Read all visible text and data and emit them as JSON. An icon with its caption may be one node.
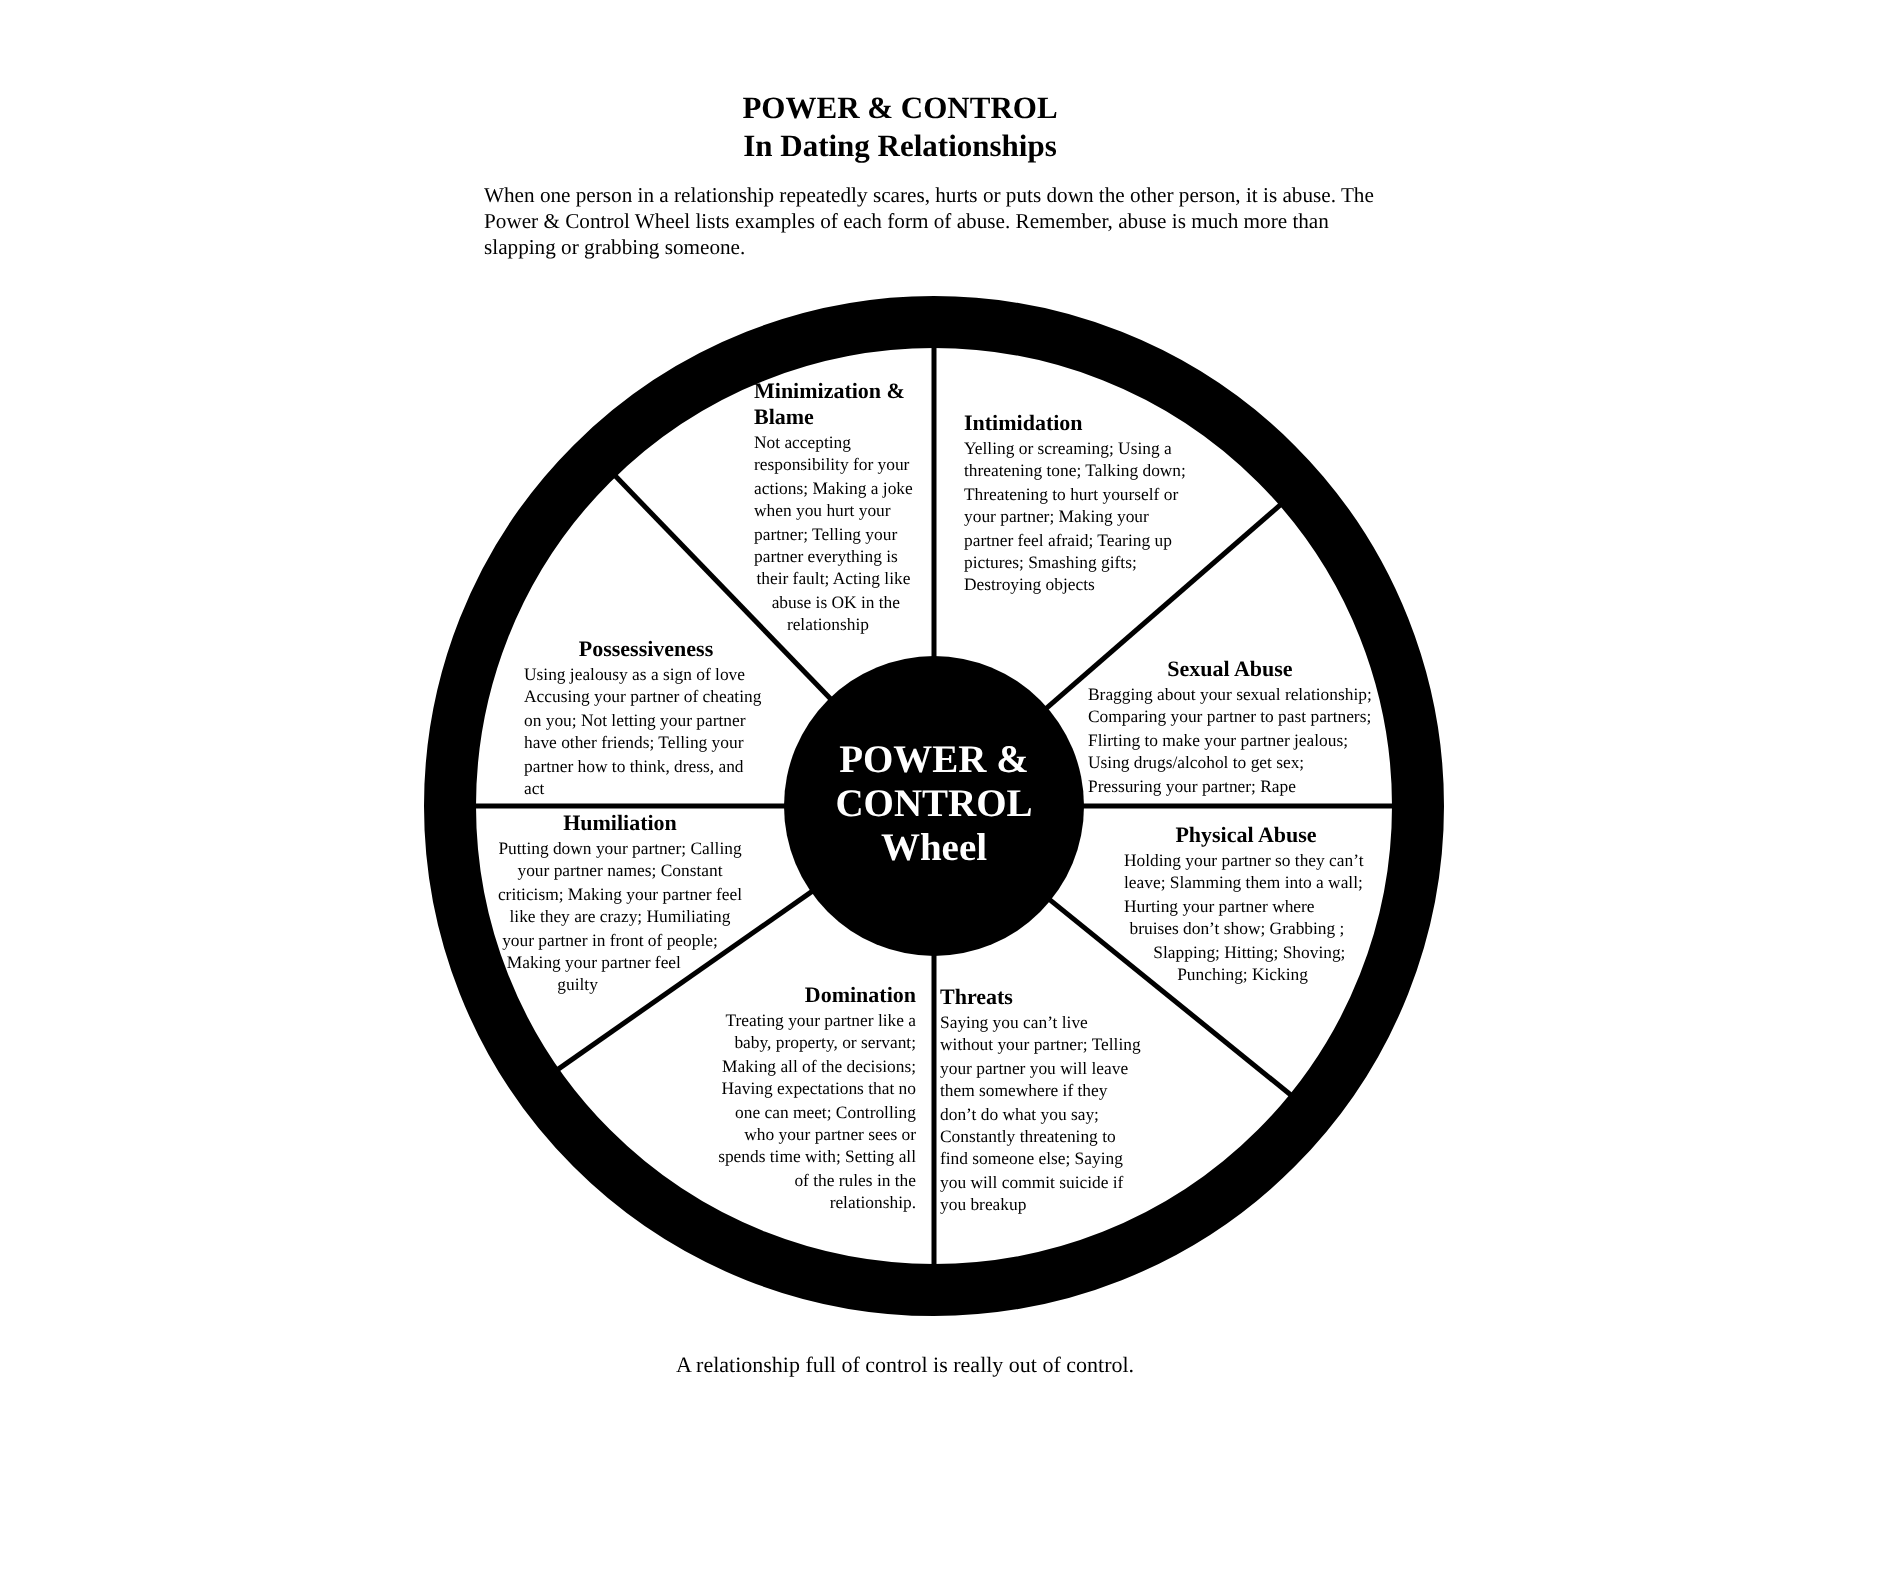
{
  "diagram": {
    "title": "POWER & CONTROL In Dating Relationships",
    "caption": "A relationship full of control is really out of control.",
    "nodes": [
      {
        "text": [
          "Minimization & Blame",
          "Not accepting responsibility for your actions; Making a joke when you hurt your partner; Telling your partner everything is their fault; Acting like abuse is OK in the relationship"
        ]
      },
      {
        "text": [
          "Intimidation",
          "Yelling or screaming; Using a threatening tone; Talking down; Threatening to hurt yourself or your partner; Making your partner feel afraid; Tearing up pictures; Smashing gifts; Destroying objects"
        ]
      },
      {
        "text": [
          "Possessiveness",
          "Using jealousy as a sign of love Accusing your partner of cheating on you; Not letting your partner have other friends; Telling your partner how to think, dress, and act"
        ]
      },
      {
        "text": [
          "Sexual Abuse",
          "Bragging about your sexual relationship; Comparing your partner to past partners; Flirting to make your partner jealous; Using drugs/alcohol to get sex; Pressuring your partner; Rape"
        ]
      },
      {
        "text": [
          "POWER & CONTROL Wheel"
        ]
      },
      {
        "text": [
          "Humiliation",
          "Putting down your partner; Calling your partner names; Constant criticism; Making your partner feel like they are crazy; Humiliating your partner in front of people; Making your partner feel guilty"
        ]
      },
      {
        "text": [
          "Physical Abuse",
          "Holding your partner so they can’t leave; Slamming them into a wall; Hurting your partner where bruises don’t show; Grabbing ; Slapping; Hitting; Shoving; Punching; Kicking"
        ]
      },
      {
        "text": [
          "Domination",
          "Treating your partner like a baby, property, or servant; Making all of the decisions; Having expectations that no one can meet; Controlling who your partner sees or spends time with; Setting all of the rules in the relationship."
        ]
      },
      {
        "text": [
          "Threats",
          "Saying you can’t live without your partner; Telling your partner you will leave them somewhere if they don’t do what you say; Constantly threatening to find someone else; Saying you will commit suicide if you breakup"
        ]
      }
    ],
    "labels": [
      "When one person in a relationship repeatedly scares, hurts or puts down the other person, it is abuse.  The Power & Control Wheel lists examples of each form of abuse.  Remember, abuse is much more than slapping or grabbing someone."
    ]
  }
}
